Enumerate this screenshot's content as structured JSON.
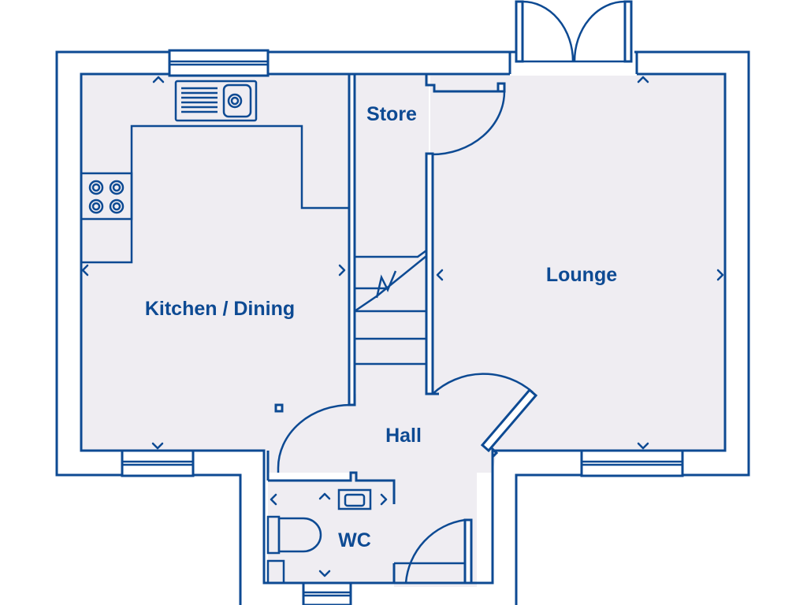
{
  "rooms": {
    "kitchen": "Kitchen / Dining",
    "store": "Store",
    "lounge": "Lounge",
    "hall": "Hall",
    "wc": "WC"
  },
  "colors": {
    "line": "#0d4a93",
    "floor": "#efedf2",
    "background": "#ffffff"
  }
}
